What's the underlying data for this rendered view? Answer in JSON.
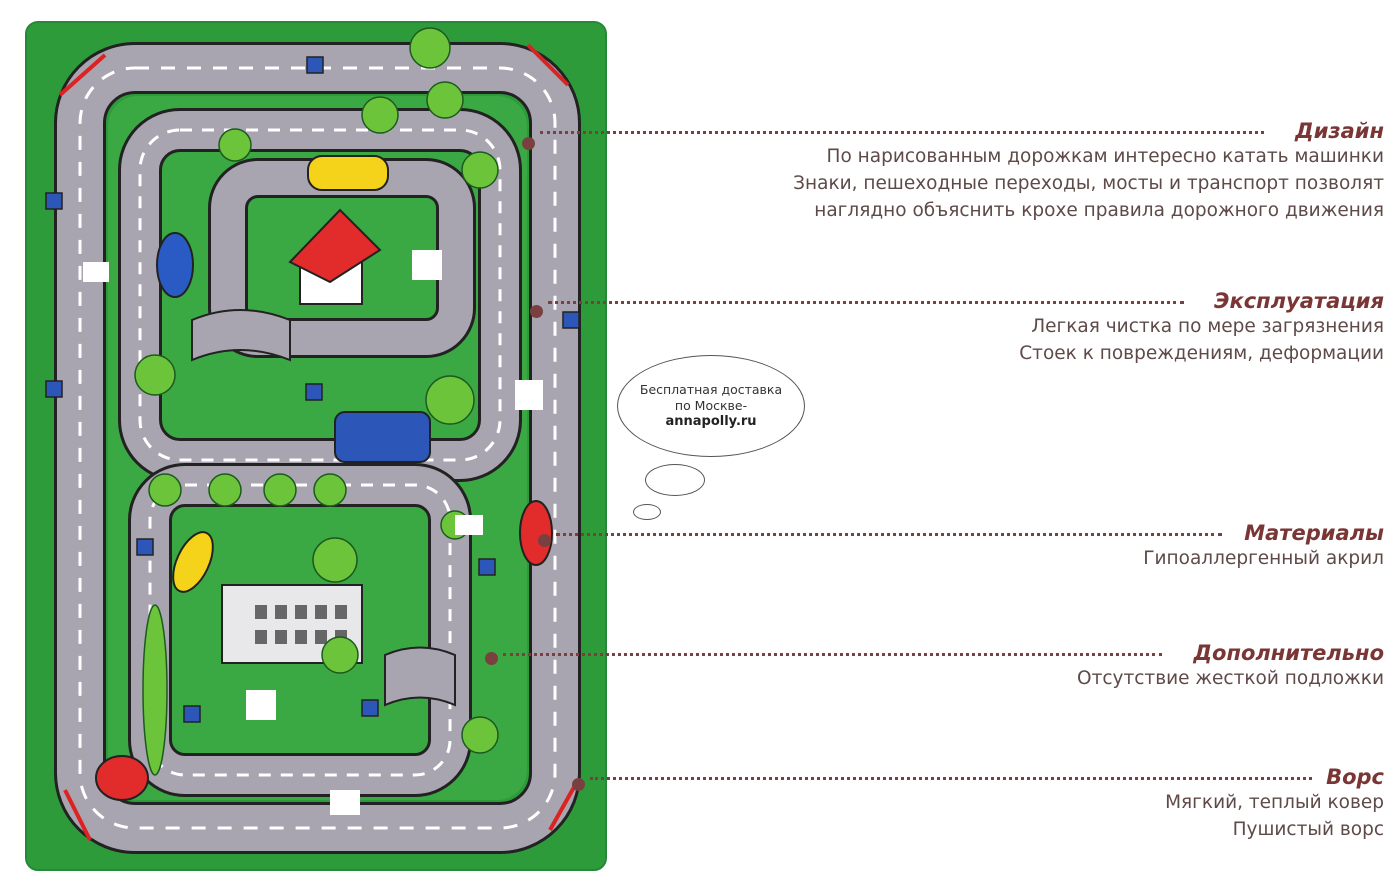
{
  "features": [
    {
      "title": "Дизайн",
      "lines": [
        "По нарисованным дорожкам интересно катать машинки",
        "Знаки, пешеходные переходы, мосты и транспорт позволят",
        "наглядно объяснить крохе правила дорожного движения"
      ]
    },
    {
      "title": "Эксплуатация",
      "lines": [
        "Легкая чистка по мере загрязнения",
        "Стоек к повреждениям, деформации"
      ]
    },
    {
      "title": "Материалы",
      "lines": [
        "Гипоаллергенный акрил"
      ]
    },
    {
      "title": "Дополнительно",
      "lines": [
        "Отсутствие жесткой подложки"
      ]
    },
    {
      "title": "Ворс",
      "lines": [
        "Мягкий, теплый ковер",
        "Пушистый ворс"
      ]
    }
  ],
  "delivery": {
    "line1": "Бесплатная доставка",
    "line2": "по Москве-",
    "site": "annapolly.ru"
  },
  "colors": {
    "accent": "#7a3535",
    "rug_green": "#2f9a3c",
    "road": "#a9a6b0"
  }
}
